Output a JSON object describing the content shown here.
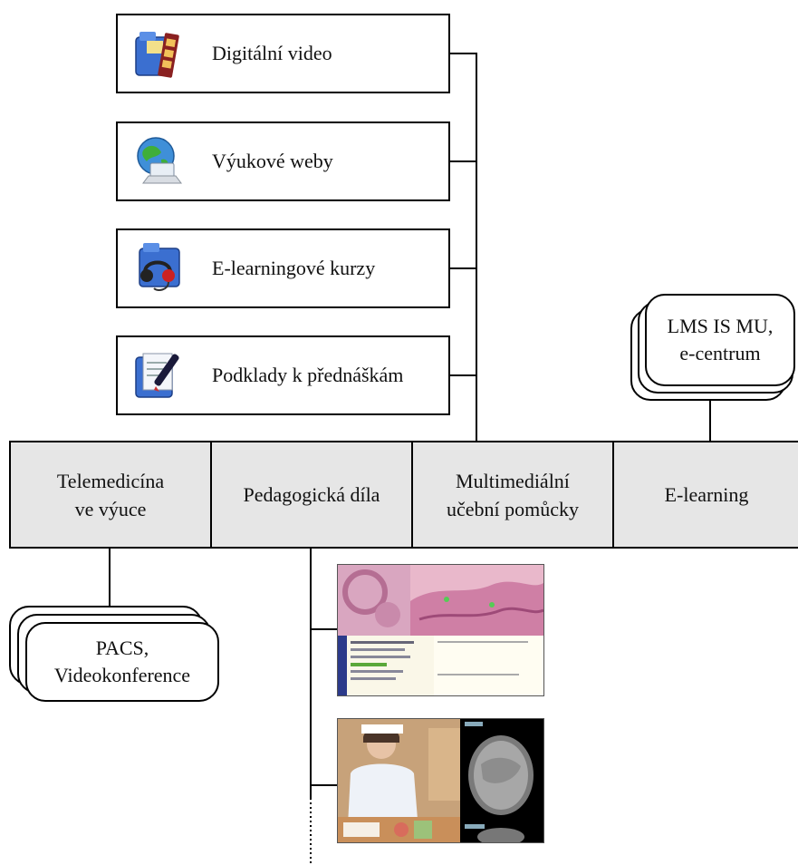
{
  "items": [
    {
      "label": "Digitální video",
      "icon": "video-folder-icon"
    },
    {
      "label": "Výukové weby",
      "icon": "globe-computer-icon"
    },
    {
      "label": "E-learningové kurzy",
      "icon": "headset-folder-icon"
    },
    {
      "label": "Podklady k přednáškám",
      "icon": "document-pen-icon"
    }
  ],
  "categories": [
    "Telemedicína\nve výuce",
    "Pedagogická díla",
    "Multimediální\nučební pomůcky",
    "E-learning"
  ],
  "elearning_systems": "LMS IS MU,\ne-centrum",
  "telemedicine_systems": "PACS,\nVideokonference",
  "colors": {
    "bar_fill": "#e6e6e6",
    "line": "#000000",
    "box_fill": "#ffffff"
  }
}
